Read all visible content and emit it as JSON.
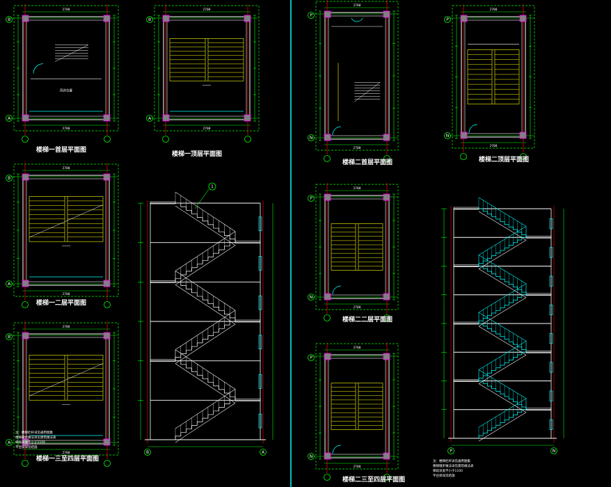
{
  "sheet": {
    "colors": {
      "background": "#000000",
      "wall": "#ffffff",
      "stair": "#ffff00",
      "stair_section": "#00ffff",
      "column": "#808080",
      "column_outline": "#ff00ff",
      "dimension": "#00ff00",
      "axis_line": "#ff0000",
      "divider": "#00ffff"
    }
  },
  "drawings": {
    "stair1_floor1": {
      "title": "楼梯一首层平面图",
      "axis_top": "B",
      "axis_bottom": "A",
      "span_width": "2700",
      "room_label": "风井位置"
    },
    "stair1_top": {
      "title": "楼梯一顶层平面图",
      "axis_top": "B",
      "axis_bottom": "A",
      "span_width": "2700"
    },
    "stair1_floor2": {
      "title": "楼梯一二层平面图",
      "axis_top": "B",
      "axis_bottom": "A",
      "span_width": "2700"
    },
    "stair1_floor345": {
      "title": "楼梯一三至四层平面图",
      "axis_top": "B",
      "axis_bottom": "A",
      "span_width": "2700"
    },
    "stair2_floor1": {
      "title": "楼梯二首层平面图",
      "axis_top": "P",
      "axis_bottom": "N",
      "span_width": "2700"
    },
    "stair2_top": {
      "title": "楼梯二顶层平面图",
      "axis_top": "P",
      "axis_bottom": "N",
      "span_width": "2700"
    },
    "stair2_floor2": {
      "title": "楼梯二二层平面图",
      "axis_top": "P",
      "axis_bottom": "N",
      "span_width": "2700"
    },
    "stair2_floor345": {
      "title": "楼梯二三至四层平面图",
      "axis_top": "P",
      "axis_bottom": "N",
      "span_width": "2700"
    },
    "stair1_section": {
      "axis_left": "B",
      "axis_right": "A",
      "marker": "1"
    },
    "stair2_section": {
      "axis_left": "P",
      "axis_right": "N"
    }
  },
  "notes": {
    "stair1": [
      "注：楼梯栏杆详见通用图集",
      "楼梯踏步做法详见建筑做法表",
      "梯段净宽不小于1100",
      "平台梁详见结施"
    ],
    "stair2": [
      "注：楼梯栏杆详见通用图集",
      "楼梯踏步做法详见建筑做法表",
      "梯段净宽不小于1100",
      "平台梁详见结施"
    ]
  }
}
